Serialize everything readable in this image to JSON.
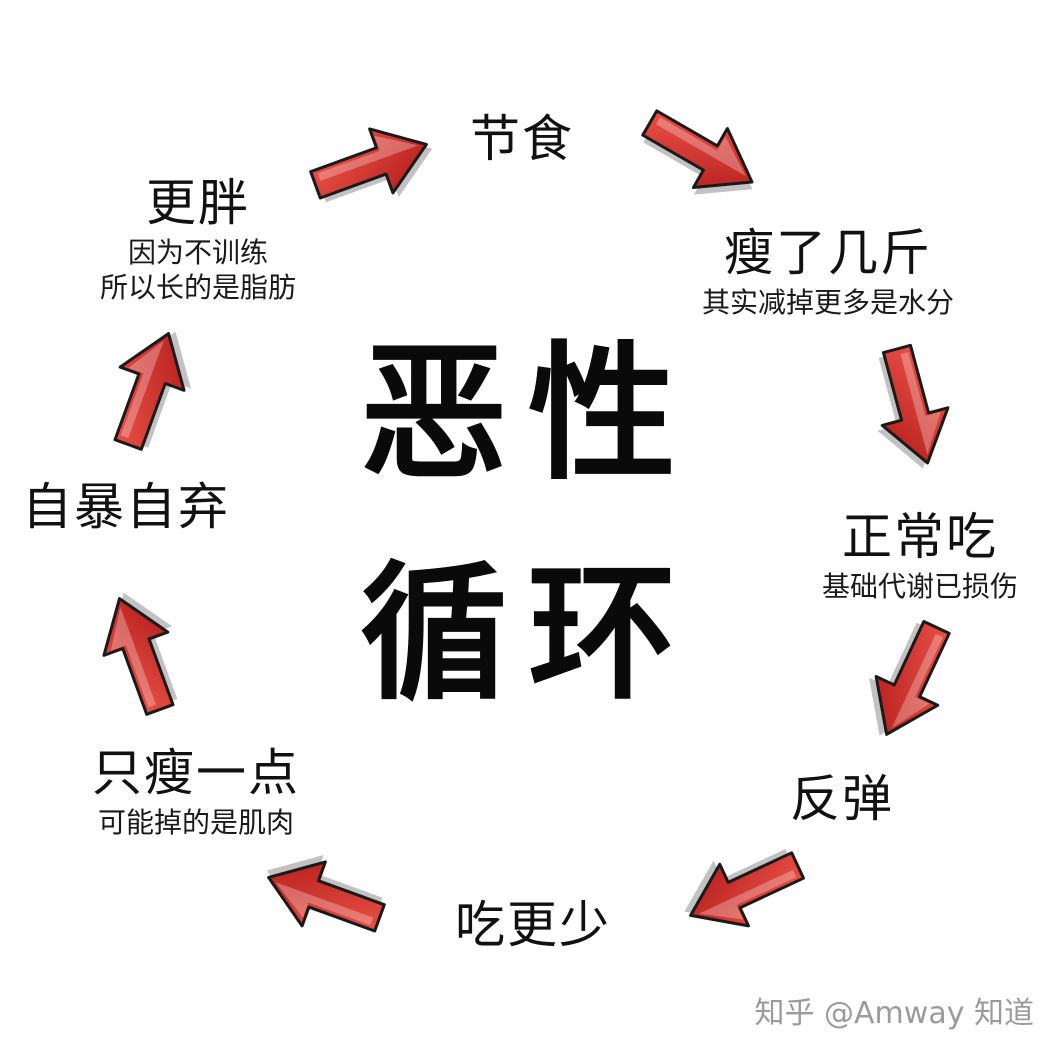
{
  "center": {
    "line1": "恶性",
    "line2": "循环"
  },
  "stages": {
    "diet": {
      "main": "节食"
    },
    "lost": {
      "main": "瘦了几斤",
      "sub": "其实减掉更多是水分"
    },
    "normal": {
      "main": "正常吃",
      "sub": "基础代谢已损伤"
    },
    "rebound": {
      "main": "反弹"
    },
    "eat_less": {
      "main": "吃更少"
    },
    "slight": {
      "main": "只瘦一点",
      "sub": "可能掉的是肌肉"
    },
    "give_up": {
      "main": "自暴自弃"
    },
    "fatter": {
      "main": "更胖",
      "sub1": "因为不训练",
      "sub2": "所以长的是脂肪"
    }
  },
  "arrow_color": "#d42a2a",
  "watermark": "知乎 @Amway 知道"
}
